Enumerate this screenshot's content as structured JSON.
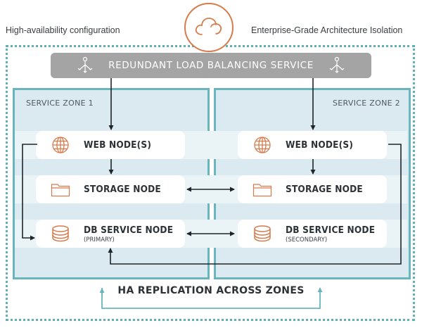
{
  "captions": {
    "left": "High-availability configuration",
    "right": "Enterprise-Grade Architecture Isolation"
  },
  "header_icon": "cloud-icon",
  "load_balancer": {
    "label": "REDUNDANT LOAD BALANCING SERVICE",
    "icon": "distribution-icon"
  },
  "zones": [
    {
      "label": "SERVICE ZONE 1",
      "nodes": [
        {
          "title": "WEB NODE(S)",
          "subtitle": "",
          "icon": "globe-icon"
        },
        {
          "title": "STORAGE NODE",
          "subtitle": "",
          "icon": "folder-icon"
        },
        {
          "title": "DB SERVICE NODE",
          "subtitle": "(PRIMARY)",
          "icon": "database-icon"
        }
      ]
    },
    {
      "label": "SERVICE ZONE 2",
      "nodes": [
        {
          "title": "WEB NODE(S)",
          "subtitle": "",
          "icon": "globe-icon"
        },
        {
          "title": "STORAGE NODE",
          "subtitle": "",
          "icon": "folder-icon"
        },
        {
          "title": "DB SERVICE NODE",
          "subtitle": "(SECONDARY)",
          "icon": "database-icon"
        }
      ]
    }
  ],
  "replication_label": "HA REPLICATION ACROSS ZONES",
  "colors": {
    "accent_orange": "#d77b4c",
    "zone_border": "#6ab5bc",
    "zone_fill": "#dbeaf0",
    "dotted_border": "#5fb0b7",
    "load_balancer_fill": "#a4a4a4",
    "connector": "#1f2428"
  }
}
